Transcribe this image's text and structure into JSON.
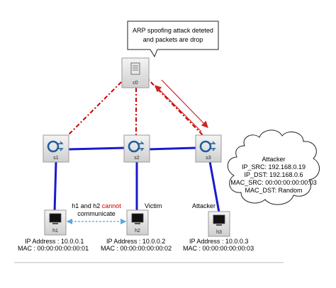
{
  "callout": {
    "line1": "ARP spoofing attack deteted",
    "line2": "and packets are drop"
  },
  "controller": {
    "label": "c0"
  },
  "switches": [
    {
      "label": "s1"
    },
    {
      "label": "s2"
    },
    {
      "label": "s3"
    }
  ],
  "hosts": [
    {
      "label": "h1",
      "ip": "IP Address : 10.0.0.1",
      "mac": "MAC : 00:00:00:00:00:01"
    },
    {
      "label": "h2",
      "ip": "IP Address : 10.0.0.2",
      "mac": "MAC : 00:00:00:00:00:02"
    },
    {
      "label": "h3",
      "ip": "IP Address : 10.0.0.3",
      "mac": "MAC : 00:00:00:00:00:03"
    }
  ],
  "comm_note": {
    "part1": "h1 and h2 ",
    "highlight": "cannot",
    "line2": "communicate"
  },
  "victim_label": "Victim",
  "attacker_label": "Attacker",
  "cloud": {
    "title": "Attacker",
    "lines": [
      "IP_SRC: 192.168.0.19",
      "IP_DST: 192.168.0.6",
      "MAC_SRC: 00:00:00:00:00:03",
      "MAC_DST: Random"
    ]
  },
  "colors": {
    "link_blue": "#1a1acc",
    "dash_red": "#cc0000",
    "arrow_red": "#cc2222",
    "comm_arrow": "#5aa8e0",
    "highlight": "#cc0000"
  }
}
